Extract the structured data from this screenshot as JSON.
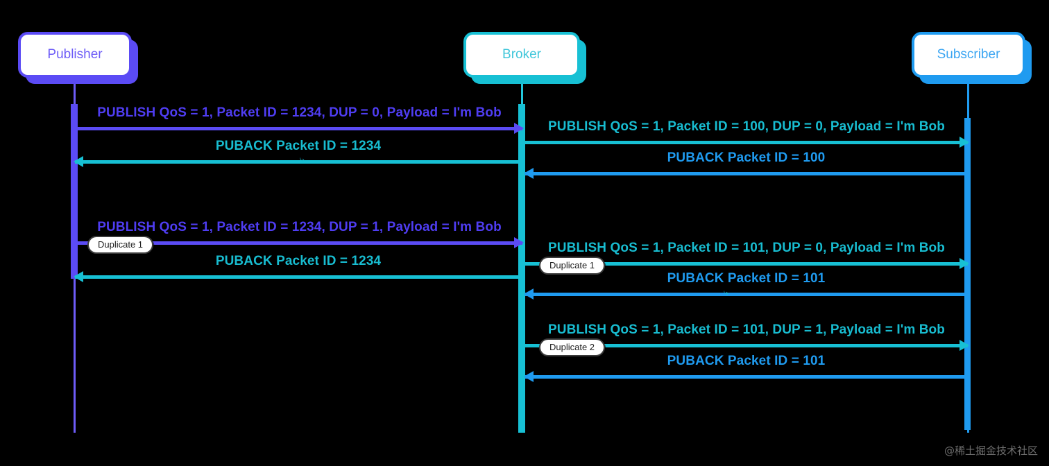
{
  "diagram": {
    "title": "MQTT QoS 1 message flow sequence diagram",
    "colors": {
      "publisher": "#5b4bf5",
      "broker": "#17c0d4",
      "subscriber": "#1f9bf0",
      "background": "#000000",
      "note_border": "#3b3b3b",
      "note_background": "#ffffff"
    },
    "participants": [
      {
        "id": "publisher",
        "label": "Publisher"
      },
      {
        "id": "broker",
        "label": "Broker"
      },
      {
        "id": "subscriber",
        "label": "Subscriber"
      }
    ],
    "messages": [
      {
        "id": "m1",
        "from": "publisher",
        "to": "broker",
        "direction": "right",
        "color": "publisher",
        "label": "PUBLISH QoS = 1, Packet ID = 1234, DUP = 0, Payload = I'm Bob"
      },
      {
        "id": "m2",
        "from": "broker",
        "to": "subscriber",
        "direction": "right",
        "color": "broker",
        "label": "PUBLISH QoS = 1, Packet ID = 100, DUP = 0, Payload = I'm Bob"
      },
      {
        "id": "m3",
        "from": "broker",
        "to": "publisher",
        "direction": "left",
        "color": "broker",
        "label": "PUBACK Packet ID = 1234"
      },
      {
        "id": "m4",
        "from": "subscriber",
        "to": "broker",
        "direction": "left",
        "color": "subscriber",
        "label": "PUBACK Packet ID = 100"
      },
      {
        "id": "m5",
        "from": "publisher",
        "to": "broker",
        "direction": "right",
        "color": "publisher",
        "label": "PUBLISH QoS = 1, Packet ID = 1234, DUP = 1, Payload = I'm Bob",
        "note": "Duplicate 1"
      },
      {
        "id": "m6",
        "from": "broker",
        "to": "subscriber",
        "direction": "right",
        "color": "broker",
        "label": "PUBLISH QoS = 1, Packet ID = 101, DUP = 0, Payload = I'm Bob",
        "note": "Duplicate 1"
      },
      {
        "id": "m7",
        "from": "broker",
        "to": "publisher",
        "direction": "left",
        "color": "broker",
        "label": "PUBACK Packet ID = 1234"
      },
      {
        "id": "m8",
        "from": "subscriber",
        "to": "broker",
        "direction": "left",
        "color": "subscriber",
        "label": "PUBACK Packet ID = 101"
      },
      {
        "id": "m9",
        "from": "broker",
        "to": "subscriber",
        "direction": "right",
        "color": "broker",
        "label": "PUBLISH QoS = 1, Packet ID = 101, DUP = 1, Payload = I'm Bob",
        "note": "Duplicate 2"
      },
      {
        "id": "m10",
        "from": "subscriber",
        "to": "broker",
        "direction": "left",
        "color": "subscriber",
        "label": "PUBACK Packet ID = 101"
      }
    ],
    "notes": [
      {
        "id": "n1",
        "label": "Duplicate 1"
      },
      {
        "id": "n2",
        "label": "Duplicate 1"
      },
      {
        "id": "n3",
        "label": "Duplicate 2"
      }
    ],
    "watermark": "@稀土掘金技术社区"
  }
}
